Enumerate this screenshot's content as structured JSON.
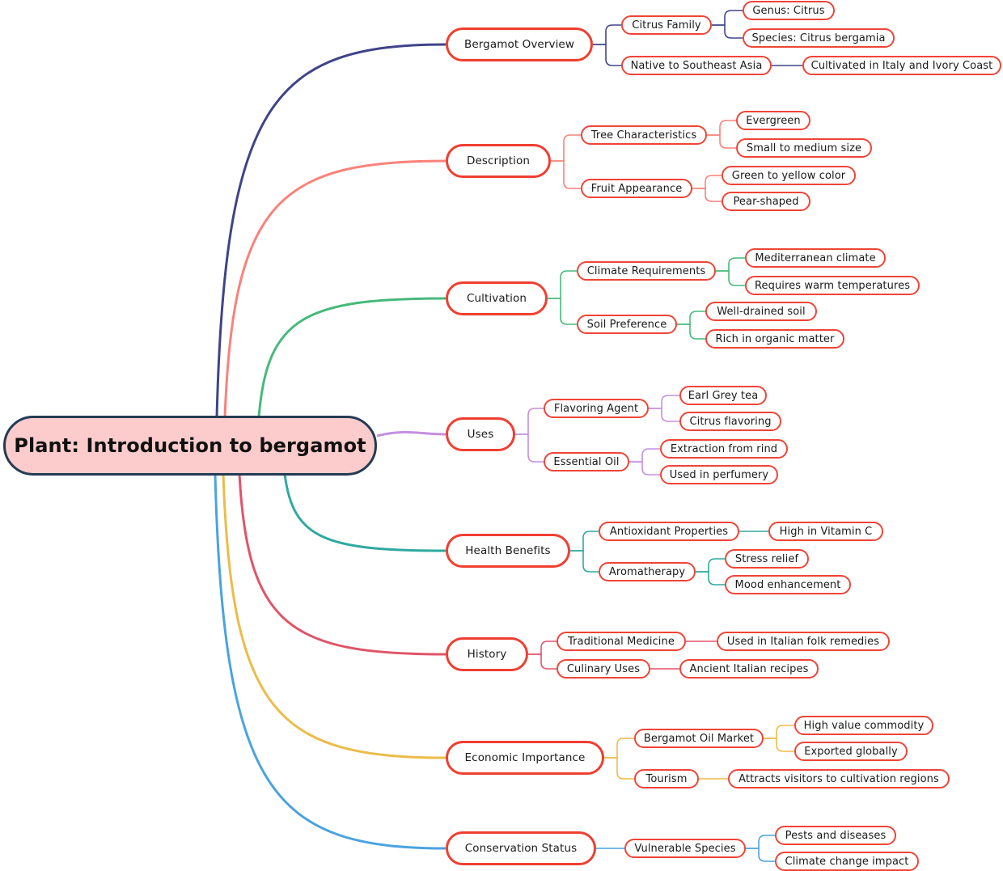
{
  "root": {
    "label": "Plant: Introduction to bergamot"
  },
  "branches": [
    {
      "label": "Bergamot Overview",
      "color": "#3f4488",
      "children": [
        {
          "label": "Citrus Family",
          "children": [
            {
              "label": "Genus: Citrus"
            },
            {
              "label": "Species: Citrus bergamia"
            }
          ]
        },
        {
          "label": "Native to Southeast Asia",
          "children": [
            {
              "label": "Cultivated in Italy and Ivory Coast"
            }
          ]
        }
      ]
    },
    {
      "label": "Description",
      "color": "#f9827a",
      "children": [
        {
          "label": "Tree Characteristics",
          "children": [
            {
              "label": "Evergreen"
            },
            {
              "label": "Small to medium size"
            }
          ]
        },
        {
          "label": "Fruit Appearance",
          "children": [
            {
              "label": "Green to yellow color"
            },
            {
              "label": "Pear-shaped"
            }
          ]
        }
      ]
    },
    {
      "label": "Cultivation",
      "color": "#46b97a",
      "children": [
        {
          "label": "Climate Requirements",
          "children": [
            {
              "label": "Mediterranean climate"
            },
            {
              "label": "Requires warm temperatures"
            }
          ]
        },
        {
          "label": "Soil Preference",
          "children": [
            {
              "label": "Well-drained soil"
            },
            {
              "label": "Rich in organic matter"
            }
          ]
        }
      ]
    },
    {
      "label": "Uses",
      "color": "#c48fe0",
      "children": [
        {
          "label": "Flavoring Agent",
          "children": [
            {
              "label": "Earl Grey tea"
            },
            {
              "label": "Citrus flavoring"
            }
          ]
        },
        {
          "label": "Essential Oil",
          "children": [
            {
              "label": "Extraction from rind"
            },
            {
              "label": "Used in perfumery"
            }
          ]
        }
      ]
    },
    {
      "label": "Health Benefits",
      "color": "#2eaaa0",
      "children": [
        {
          "label": "Antioxidant Properties",
          "children": [
            {
              "label": "High in Vitamin C"
            }
          ]
        },
        {
          "label": "Aromatherapy",
          "children": [
            {
              "label": "Stress relief"
            },
            {
              "label": "Mood enhancement"
            }
          ]
        }
      ]
    },
    {
      "label": "History",
      "color": "#e05468",
      "children": [
        {
          "label": "Traditional Medicine",
          "children": [
            {
              "label": "Used in Italian folk remedies"
            }
          ]
        },
        {
          "label": "Culinary Uses",
          "children": [
            {
              "label": "Ancient Italian recipes"
            }
          ]
        }
      ]
    },
    {
      "label": "Economic Importance",
      "color": "#ecbc4a",
      "children": [
        {
          "label": "Bergamot Oil Market",
          "children": [
            {
              "label": "High value commodity"
            },
            {
              "label": "Exported globally"
            }
          ]
        },
        {
          "label": "Tourism",
          "children": [
            {
              "label": "Attracts visitors to cultivation regions"
            }
          ]
        }
      ]
    },
    {
      "label": "Conservation Status",
      "color": "#4aa3e0",
      "children": [
        {
          "label": "Vulnerable Species",
          "children": [
            {
              "label": "Pests and diseases"
            },
            {
              "label": "Climate change impact"
            }
          ]
        }
      ]
    }
  ]
}
